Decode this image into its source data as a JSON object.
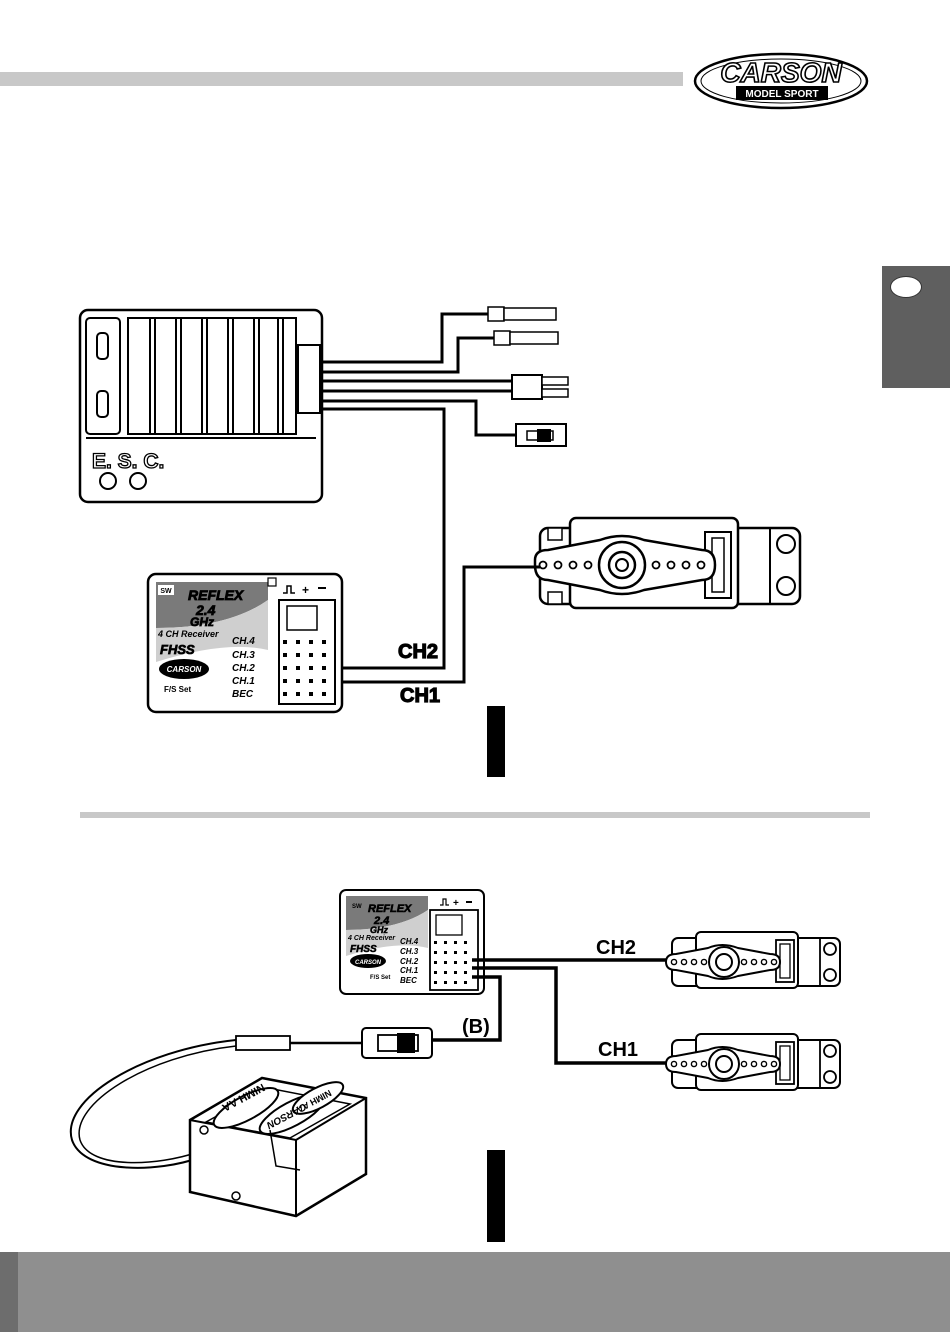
{
  "logo": {
    "brand": "CARSON",
    "tagline": "MODEL SPORT"
  },
  "esc": {
    "label": "E. S. C."
  },
  "receiver": {
    "brand": "REFLEX",
    "band_number": "2.4",
    "band_unit": "GHz",
    "small_tag": "SW",
    "subtitle": "4 CH Receiver",
    "tech": "FHSS",
    "channels": [
      "CH.4",
      "CH.3",
      "CH.2",
      "CH.1",
      "BEC"
    ],
    "fs_label": "F/S Set",
    "badge": "CARSON"
  },
  "top_diagram": {
    "ch2_label": "CH2",
    "ch1_label": "CH1"
  },
  "bottom_diagram": {
    "ch2_label": "CH2",
    "ch1_label": "CH1",
    "b_label": "(B)"
  },
  "battery_box": {
    "cell_text": "NIMH AA",
    "cell_brand": "CARSON"
  },
  "colors": {
    "rule": "#c8c8c8",
    "tab": "#5f5f5f",
    "footer": "#8f8f8f"
  }
}
